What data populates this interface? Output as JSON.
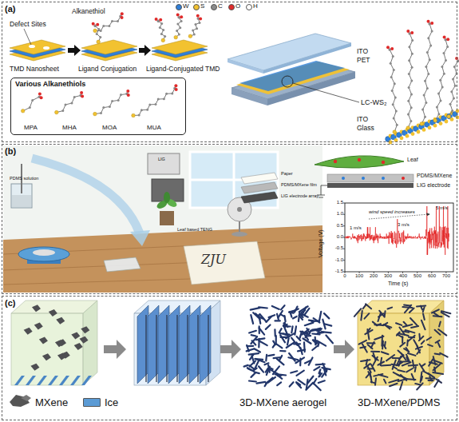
{
  "diagram": {
    "nodes": [
      {
        "text": [
          "(a)"
        ]
      },
      {
        "text": [
          "Various Alkanethiols",
          "MPA",
          "MHA",
          "MOA",
          "MUA"
        ],
        "in": 0
      },
      {
        "text": [
          "(b)"
        ]
      },
      {
        "text": [
          "(c)"
        ]
      }
    ],
    "labels": [
      "Alkanethiol",
      "Defect Sites",
      "TMD Nanosheet",
      "Ligand Conjugation",
      "Ligand-Conjugated TMD",
      "ITO",
      "PET",
      "LC-WS₂",
      "ITO",
      "Glass",
      "LIG",
      "PDMS solution",
      "Paper",
      "PDMS/MXene film",
      "LIG electrode array",
      "Leaf based TENG",
      "ZJU",
      "Leaf",
      "PDMS/MXene",
      "LIG electrode",
      "Voltage (V)",
      "Time (s)",
      "1.5",
      "1.0",
      "0.5",
      "0.0",
      "-0.5",
      "-1.0",
      "-1.5",
      "0",
      "100",
      "200",
      "300",
      "400",
      "500",
      "600",
      "700",
      "wind speed increases",
      "1 m/s",
      "3 m/s",
      "5 m/s",
      "3D-MXene aerogel",
      "3D-MXene/PDMS"
    ],
    "legend": [
      {
        "text": "W",
        "color": "#2f7fd8"
      },
      {
        "text": "S",
        "color": "#f2c230"
      },
      {
        "text": "C",
        "color": "#8a8a8a"
      },
      {
        "text": "O",
        "color": "#e02a2a"
      },
      {
        "text": "H",
        "color": "#ffffff"
      },
      {
        "text": "MXene"
      },
      {
        "text": "Ice",
        "color": "#5b9bd5"
      }
    ]
  }
}
